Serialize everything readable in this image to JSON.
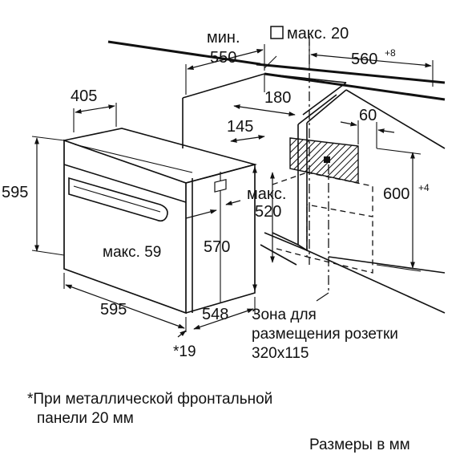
{
  "labels": {
    "min": "мин.",
    "d550": "550",
    "max20": "макс. 20",
    "d560": "560",
    "sup560": "+8",
    "d405": "405",
    "d180": "180",
    "d60": "60",
    "d145": "145",
    "d595_left": "595",
    "max_mid": "макс.",
    "d520": "520",
    "d600": "600",
    "sup600": "+4",
    "max59": "макс. 59",
    "d570": "570",
    "d595_bottom": "595",
    "d548": "548",
    "d19": "*19"
  },
  "socket_zone": {
    "line1": "Зона для",
    "line2": "размещения розетки",
    "line3": "320x115"
  },
  "footnote": {
    "line1": "*При металлической фронтальной",
    "line2": "панели 20 мм"
  },
  "units_note": "Размеры в мм"
}
